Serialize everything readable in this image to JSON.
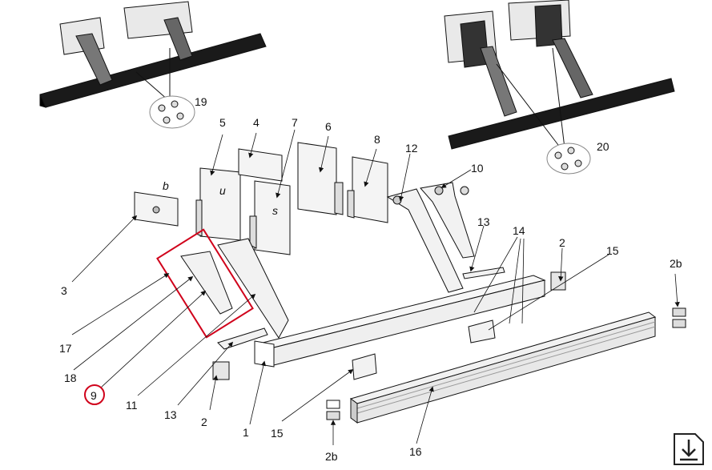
{
  "callouts": {
    "c1": "1",
    "c2a": "2",
    "c2b": "2",
    "c2b1": "2b",
    "c2b2": "2b",
    "c3": "3",
    "c4": "4",
    "c5": "5",
    "c6": "6",
    "c7": "7",
    "c8": "8",
    "c9": "9",
    "c10": "10",
    "c11": "11",
    "c12": "12",
    "c13a": "13",
    "c13b": "13",
    "c14": "14",
    "c15a": "15",
    "c15b": "15",
    "c16": "16",
    "c17": "17",
    "c18": "18",
    "c19": "19",
    "c20": "20"
  },
  "plate_letters": {
    "b": "b",
    "u": "u",
    "s": "s"
  },
  "colors": {
    "highlight": "#d0021b",
    "ink": "#111111",
    "beam": "#1a1a1a",
    "part_fill": "#f2f2f2"
  },
  "icons": {
    "download": "download-icon"
  }
}
